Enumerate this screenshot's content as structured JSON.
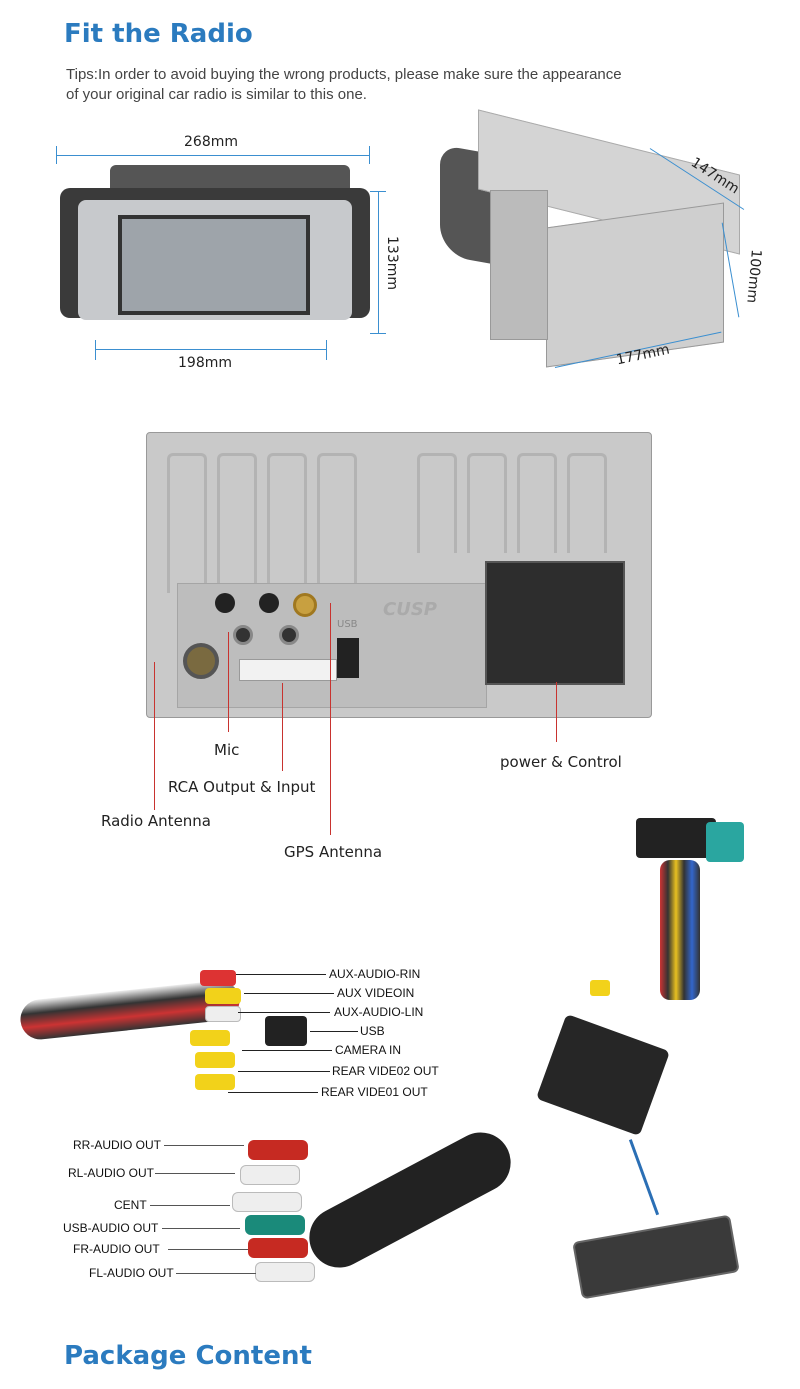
{
  "section1": {
    "title": "Fit the Radio",
    "tips_line1": "Tips:In order to avoid buying the wrong products, please make sure the appearance",
    "tips_line2": "of your original car radio is similar to this one."
  },
  "front_view": {
    "width_top": "268mm",
    "width_bottom": "198mm",
    "height": "133mm"
  },
  "side_view": {
    "depth": "147mm",
    "height": "100mm",
    "width": "177mm"
  },
  "back_panel": {
    "labels": {
      "mic": "Mic",
      "rca": "RCA Output & Input",
      "radio_antenna": "Radio Antenna",
      "gps_antenna": "GPS Antenna",
      "power": "power & Control"
    },
    "logo": "CUSP",
    "usb": "USB"
  },
  "harness_top": [
    "AUX-AUDIO-RIN",
    "AUX VIDEOIN",
    "AUX-AUDIO-LIN",
    "USB",
    "CAMERA IN",
    "REAR VIDE02 OUT",
    "REAR VIDE01 OUT"
  ],
  "harness_bottom": [
    "RR-AUDIO OUT",
    "RL-AUDIO OUT",
    "CENT",
    "USB-AUDIO OUT",
    "FR-AUDIO OUT",
    "FL-AUDIO OUT"
  ],
  "section2": {
    "title": "Package Content"
  },
  "colors": {
    "accent": "#2b7bbf",
    "dimension": "#3b8fd0",
    "callout": "#c8332f"
  }
}
